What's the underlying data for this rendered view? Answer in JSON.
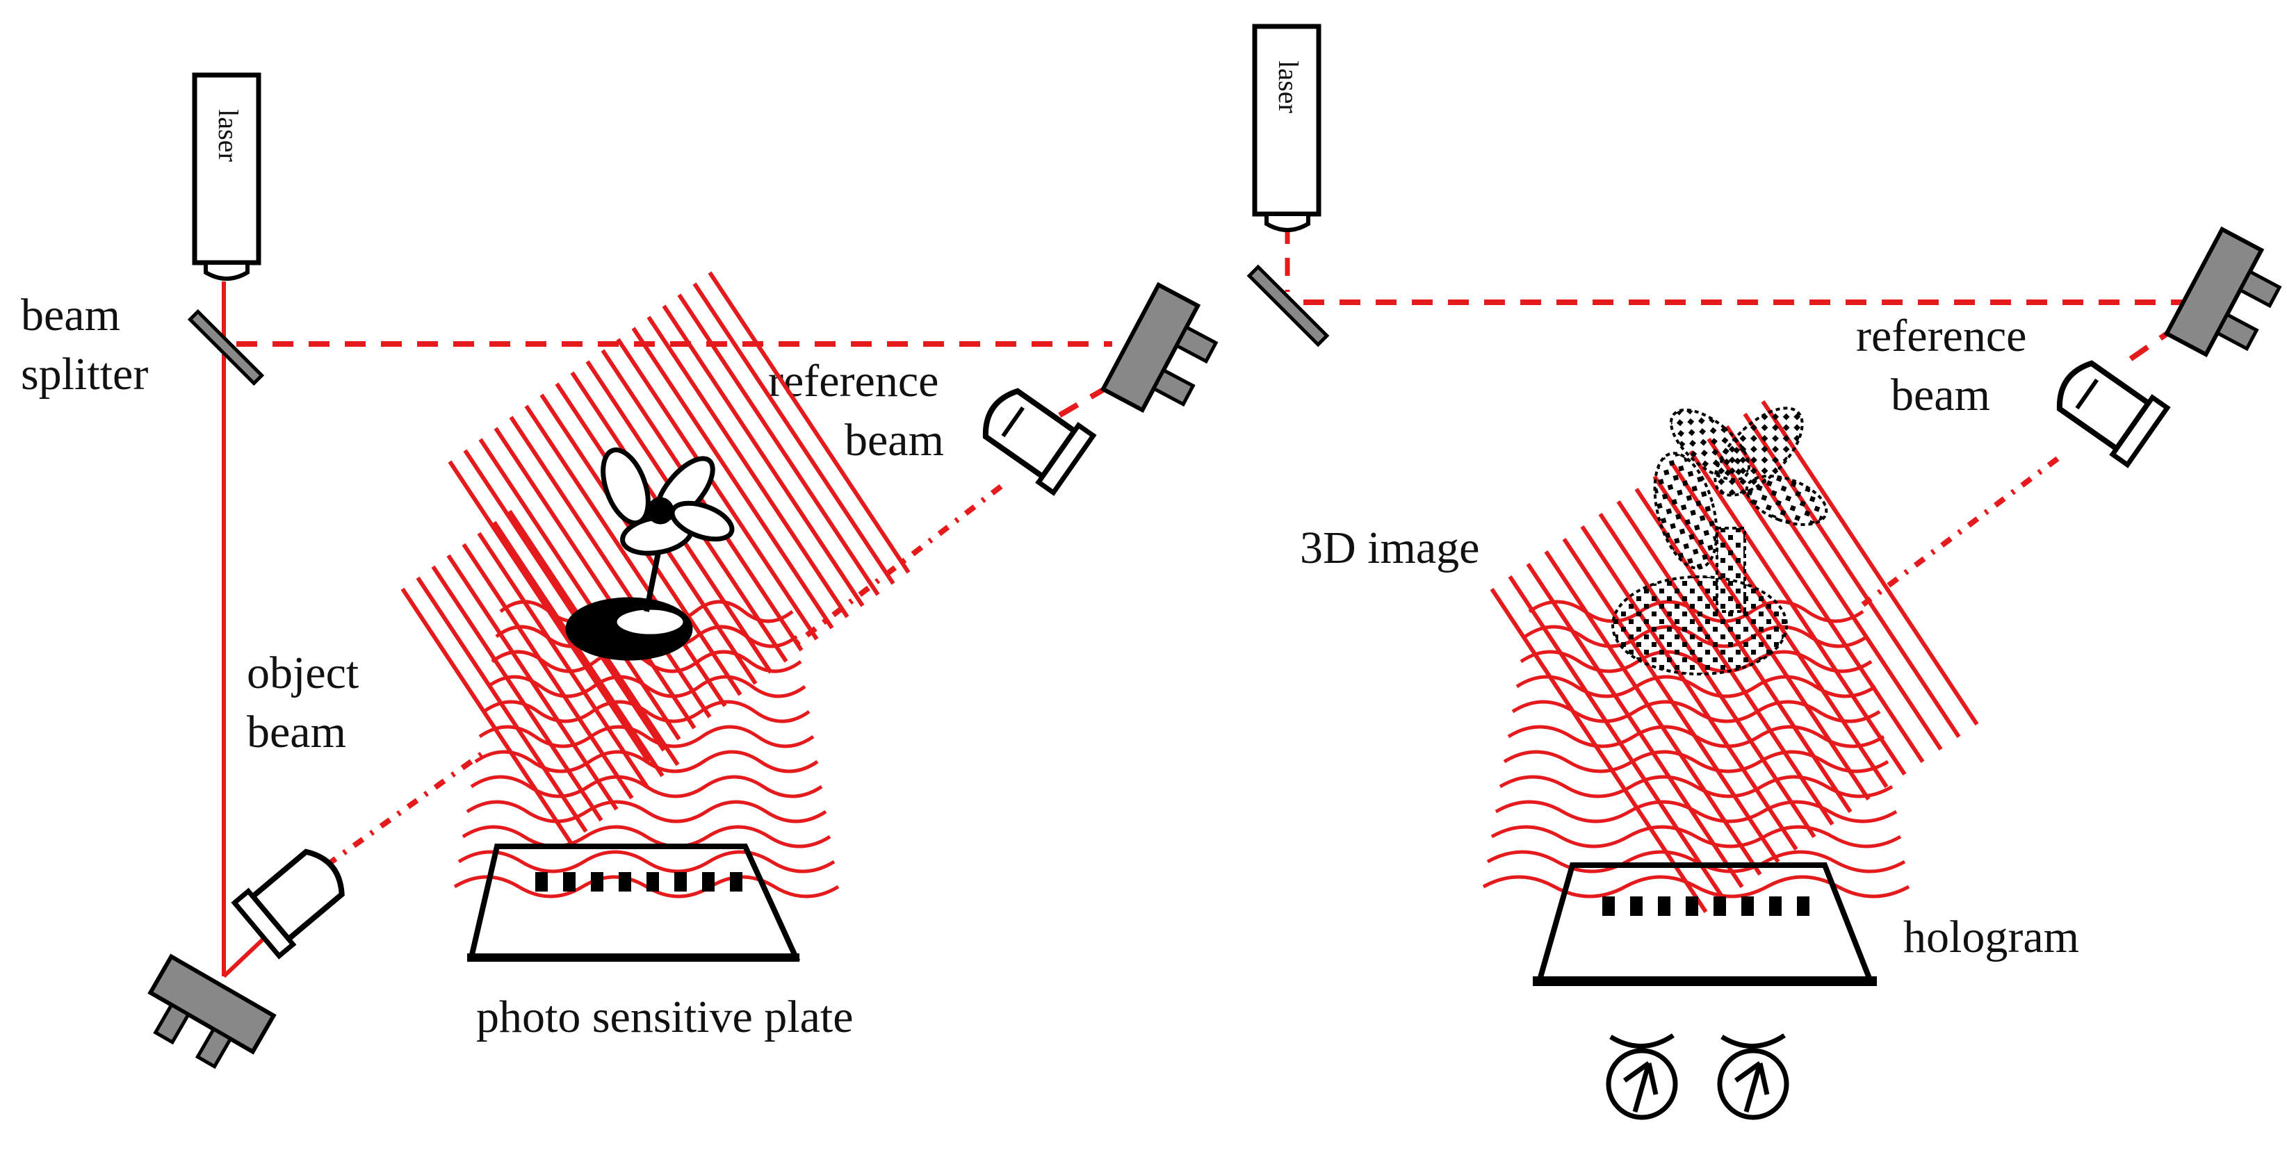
{
  "colors": {
    "beam": "#e41a1c",
    "ink": "#000000",
    "device": "#7f7f7f"
  },
  "recording": {
    "laser_label": "laser",
    "beam_splitter_label": [
      "beam",
      "splitter"
    ],
    "reference_beam_label": [
      "reference",
      "beam"
    ],
    "object_beam_label": [
      "object",
      "beam"
    ],
    "plate_label": "photo sensitive plate"
  },
  "reconstruction": {
    "laser_label": "laser",
    "reference_beam_label": [
      "reference",
      "beam"
    ],
    "image_label": "3D image",
    "hologram_label": "hologram"
  },
  "icons": [
    "laser-icon",
    "beam-splitter-icon",
    "mirror-icon",
    "lens-icon",
    "fan-object-icon",
    "photo-plate-icon",
    "eye-icon"
  ]
}
